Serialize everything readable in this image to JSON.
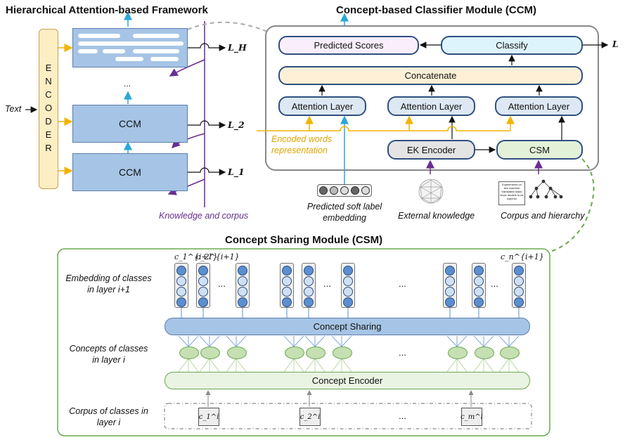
{
  "framework": {
    "title": "Hierarchical Attention-based Framework",
    "encoder_label": "ENCODER",
    "text_input": "Text",
    "ccm_label": "CCM",
    "ellipsis": "...",
    "knowledge_label": "Knowledge and corpus",
    "losses": [
      "L_H",
      "L_2",
      "L_1"
    ]
  },
  "ccm": {
    "title": "Concept-based Classifier Module (CCM)",
    "predicted_scores": "Predicted Scores",
    "classify": "Classify",
    "concatenate": "Concatenate",
    "attention_layers": [
      "Attention Layer",
      "Attention Layer",
      "Attention Layer"
    ],
    "ek_encoder": "EK Encoder",
    "csm": "CSM",
    "loss": "L",
    "encoded_words": "Encoded words representation",
    "inputs": [
      "Predicted soft label embedding",
      "External knowledge",
      "Corpus and hierarchy"
    ],
    "doc_snippet": "Experiments on two machine translation tasks show models to be superior"
  },
  "csm": {
    "title": "Concept Sharing Module (CSM)",
    "row_labels": [
      "Embedding of classes in layer i+1",
      "Concepts of classes in layer i",
      "Corpus of classes in layer i"
    ],
    "concept_sharing": "Concept Sharing",
    "concept_encoder": "Concept Encoder",
    "ellipsis": "...",
    "class_symbols": [
      "c_1^{i+1}",
      "c_2^{i+1}",
      "c_n^{i+1}"
    ],
    "corpus_symbols": [
      "c_1^i",
      "c_2^i",
      "c_m^i"
    ]
  },
  "colors": {
    "blue_box": "#a6c4e5",
    "pale_blue": "#dde8f4",
    "gold": "#f2b300",
    "purple": "#6a2d91",
    "green": "#6aa84f",
    "navy": "#2f4f7f",
    "cyan_arrow": "#2aa7d9"
  }
}
